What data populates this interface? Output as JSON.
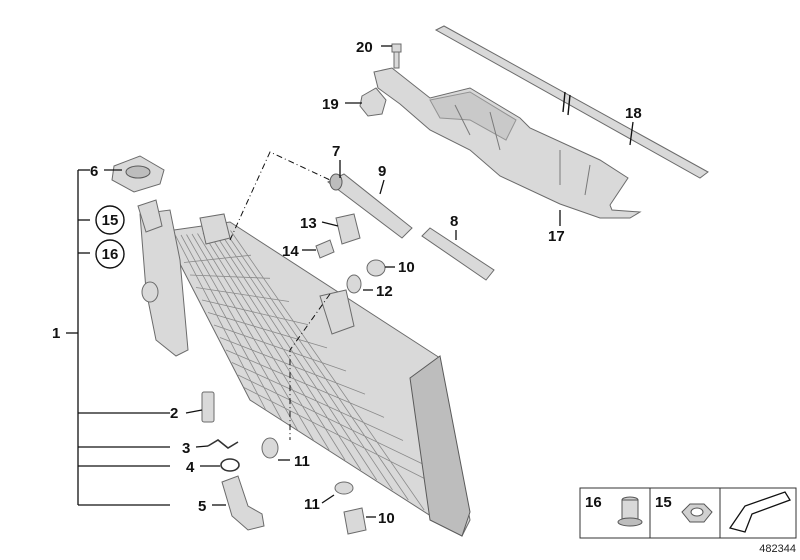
{
  "callouts": {
    "c1": "1",
    "c2": "2",
    "c3": "3",
    "c4": "4",
    "c5": "5",
    "c6": "6",
    "c7": "7",
    "c8": "8",
    "c9": "9",
    "c10a": "10",
    "c10b": "10",
    "c11a": "11",
    "c11b": "11",
    "c12": "12",
    "c13": "13",
    "c14": "14",
    "c15": "15",
    "c16": "16",
    "c17": "17",
    "c18": "18",
    "c19": "19",
    "c20": "20"
  },
  "legend": {
    "item16": "16",
    "item15": "15"
  },
  "reference_number": "482344"
}
